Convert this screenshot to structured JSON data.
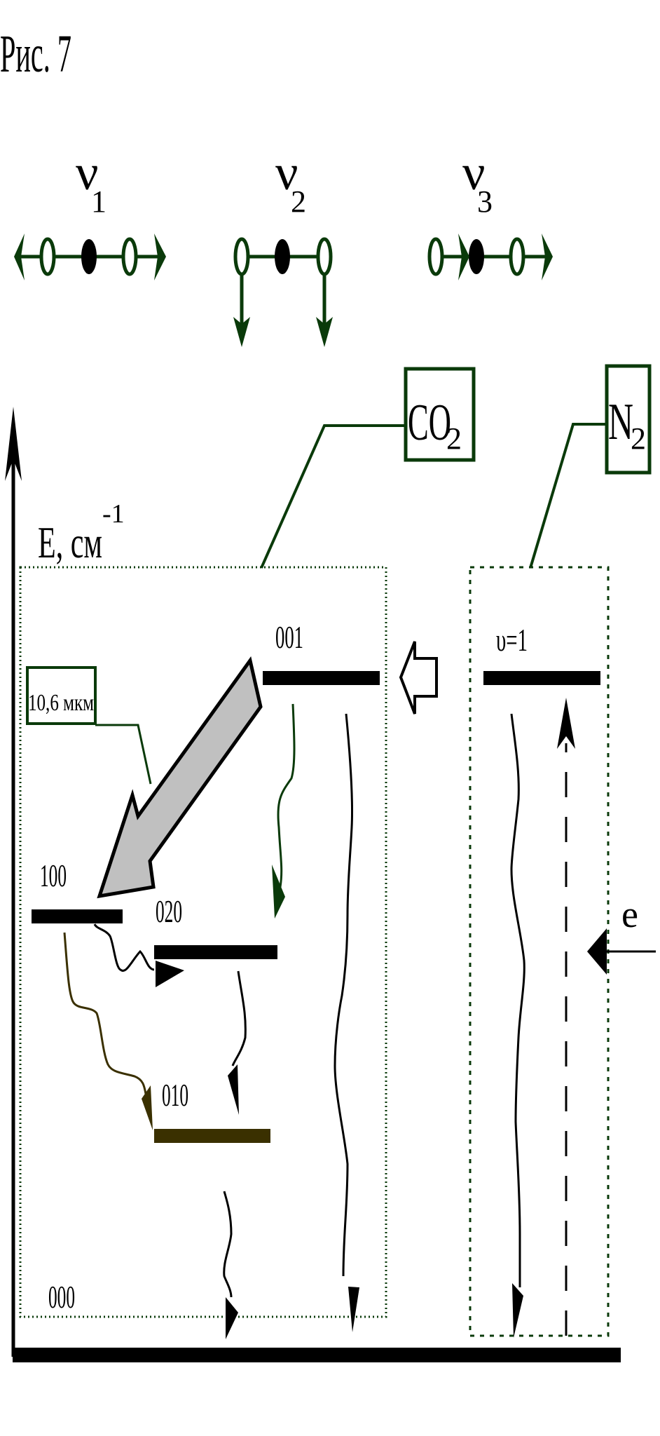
{
  "figure": {
    "title": "Рис. 7"
  },
  "vibration_modes": [
    {
      "symbol": "ν",
      "index": "1",
      "motion": "symmetric stretch"
    },
    {
      "symbol": "ν",
      "index": "2",
      "motion": "bending"
    },
    {
      "symbol": "ν",
      "index": "3",
      "motion": "asymmetric stretch"
    }
  ],
  "axis": {
    "label": "E, см",
    "superscript": "-1"
  },
  "molecules": {
    "co2": {
      "label": "CO",
      "subscript": "2"
    },
    "n2": {
      "label": "N",
      "subscript": "2"
    }
  },
  "levels": {
    "co2_001": "001",
    "co2_100": "100",
    "co2_020": "020",
    "co2_010": "010",
    "co2_000": "000",
    "n2_v1": "υ=1"
  },
  "annotations": {
    "laser_wavelength": "10,6 мкм",
    "electron": "e"
  },
  "colors": {
    "dark_green": "#0a3a0a",
    "olive": "#3a3000",
    "laser_arrow_fill": "#c0c0c0",
    "black": "#000000"
  }
}
